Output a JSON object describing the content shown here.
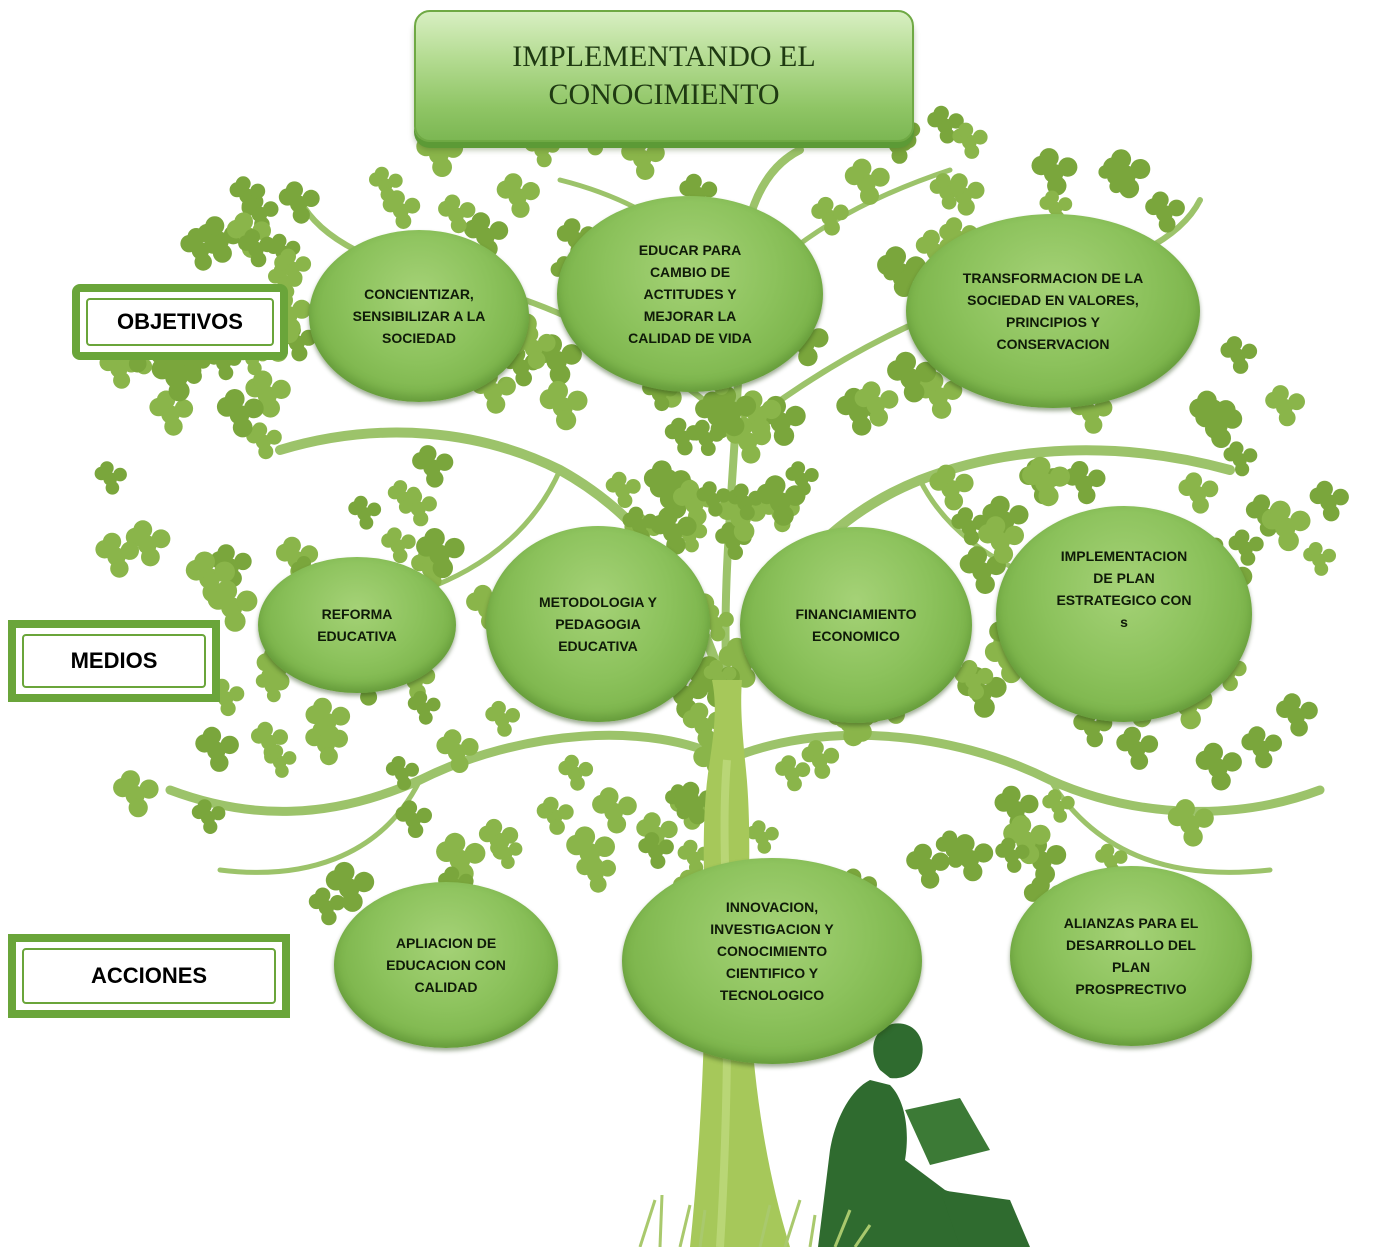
{
  "title": "IMPLEMENTANDO EL CONOCIMIENTO",
  "labels": {
    "objetivos": "OBJETIVOS",
    "medios": "MEDIOS",
    "acciones": "ACCIONES"
  },
  "objetivos": [
    "CONCIENTIZAR, SENSIBILIZAR A LA SOCIEDAD",
    "EDUCAR PARA CAMBIO DE ACTITUDES Y MEJORAR LA CALIDAD DE VIDA",
    "TRANSFORMACION DE LA SOCIEDAD EN VALORES, PRINCIPIOS Y CONSERVACION"
  ],
  "medios": [
    "REFORMA EDUCATIVA",
    "METODOLOGIA Y PEDAGOGIA EDUCATIVA",
    "FINANCIAMIENTO ECONOMICO",
    "IMPLEMENTACION DE PLAN ESTRATEGICO CON s"
  ],
  "acciones": [
    "APLIACION DE EDUCACION CON CALIDAD",
    "INNOVACION, INVESTIGACION Y CONOCIMIENTO CIENTIFICO Y TECNOLOGICO",
    "ALIANZAS PARA EL DESARROLLO DEL PLAN PROSPRECTIVO"
  ],
  "colors": {
    "leaf": "#8ab54a",
    "leaf_dark": "#7aa63c",
    "branch": "#9cc36a",
    "trunk": "#a6c85a",
    "node": "#8cc25c",
    "frame": "#6aa53a",
    "silhouette": "#2f6b2f"
  }
}
